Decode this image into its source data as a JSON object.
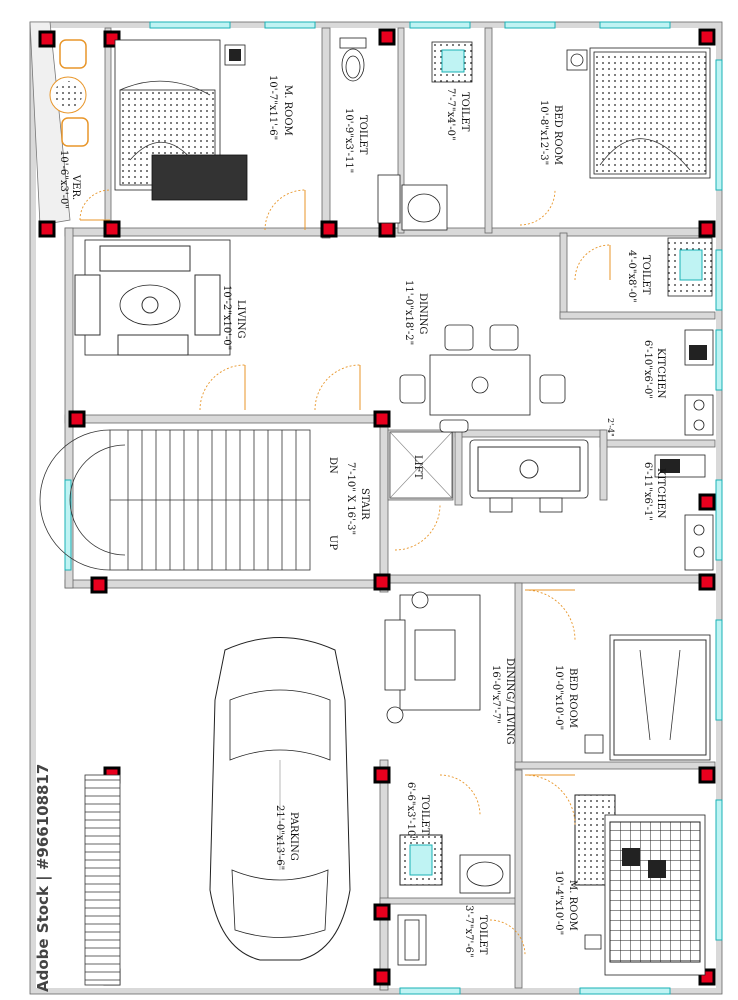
{
  "rooms": {
    "m_room_top": {
      "name": "M. ROOM",
      "size": "10'-7\"x11'-6\""
    },
    "toilet_a": {
      "name": "TOILET",
      "size": "10'-9\"x3'-11\""
    },
    "toilet_b": {
      "name": "TOILET",
      "size": "7'-7\"x4'-0\""
    },
    "bed_room_top": {
      "name": "BED ROOM",
      "size": "10'-8\"x12'-3\""
    },
    "veranda": {
      "name": "VER.",
      "size": "10'-6\"x3'-0\""
    },
    "toilet_c": {
      "name": "TOILET",
      "size": "4'-0\"x8'-0\""
    },
    "living": {
      "name": "LIVING",
      "size": "10'-2\"x10'-0\""
    },
    "dining": {
      "name": "DINING",
      "size": "11'-0\"x18'-2\""
    },
    "kitchen_a": {
      "name": "KITCHEN",
      "size": "6'-10\"x6'-0\""
    },
    "lift": {
      "name": "LIFT"
    },
    "stair": {
      "name": "STAIR",
      "size": "7'-10\" X 16'-3\"",
      "dn": "DN",
      "up": "UP"
    },
    "kitchen_b": {
      "name": "KITCHEN",
      "size": "6'-11\"x6'-1\""
    },
    "dining_living": {
      "name": "DINING/ LIVING",
      "size": "16'-0\"x7'-7\""
    },
    "bed_room_bottom": {
      "name": "BED ROOM",
      "size": "10'-0\"x10'-0\""
    },
    "toilet_d": {
      "name": "TOILET",
      "size": "6'-6\"x3'-10\""
    },
    "parking": {
      "name": "PARKING",
      "size": "21'-0\"x13'-6\""
    },
    "m_room_bottom": {
      "name": "M. ROOM",
      "size": "10'-4\"x10'-0\""
    },
    "toilet_e": {
      "name": "TOILET",
      "size": "3'-7\"x7'-6\""
    }
  },
  "dimension_note": "2'-4\"",
  "watermark": {
    "text": "Adobe Stock | #966108817"
  }
}
